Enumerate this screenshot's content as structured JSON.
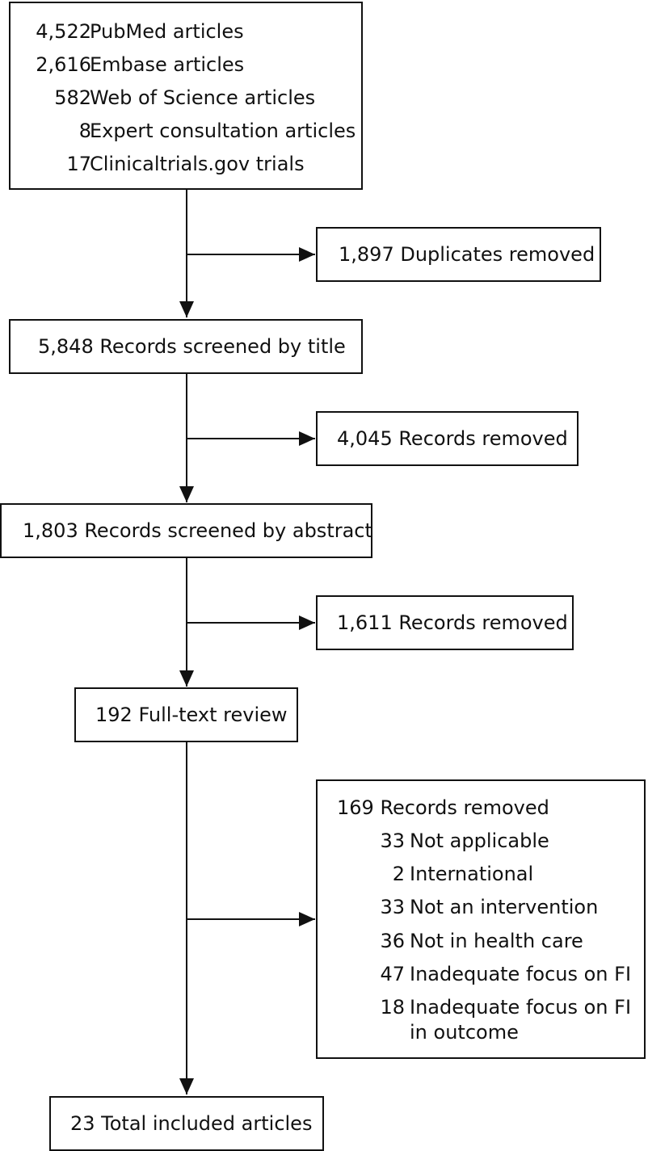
{
  "sources": {
    "items": [
      {
        "count": "4,522",
        "label": "PubMed articles"
      },
      {
        "count": "2,616",
        "label": "Embase articles"
      },
      {
        "count": "582",
        "label": "Web of Science articles"
      },
      {
        "count": "8",
        "label": "Expert consultation articles"
      },
      {
        "count": "17",
        "label": "Clinicaltrials.gov trials"
      }
    ]
  },
  "duplicates": {
    "text": "1,897 Duplicates removed"
  },
  "screen_title": {
    "text": "5,848 Records screened by title"
  },
  "removed_title": {
    "text": "4,045 Records removed"
  },
  "screen_abstract": {
    "text": "1,803 Records screened by abstract"
  },
  "removed_abstract": {
    "text": "1,611 Records removed"
  },
  "fulltext": {
    "text": "192 Full-text review"
  },
  "removed_fulltext": {
    "header": "169 Records removed",
    "reasons": [
      {
        "count": "33",
        "label": "Not applicable"
      },
      {
        "count": "2",
        "label": "International"
      },
      {
        "count": "33",
        "label": "Not an intervention"
      },
      {
        "count": "36",
        "label": "Not in health care"
      },
      {
        "count": "47",
        "label": "Inadequate focus on FI"
      },
      {
        "count": "18",
        "label": "Inadequate focus on FI",
        "label2": "in outcome"
      }
    ]
  },
  "included": {
    "text": "23 Total included articles"
  }
}
